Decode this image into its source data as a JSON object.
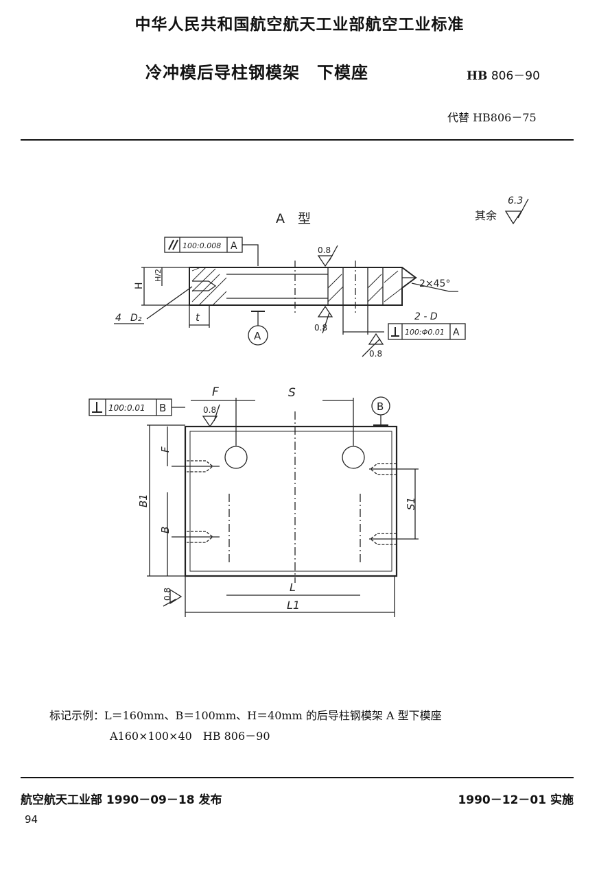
{
  "header": {
    "standard_title": "中华人民共和国航空航天工业部航空工业标准",
    "doc_title": "冷冲模后导柱钢模架　下模座",
    "doc_code_prefix": "HB",
    "doc_code_number": "806－90",
    "replaces": "代替 HB806－75"
  },
  "drawing": {
    "type_label": "A　型",
    "roughness_other": "其余",
    "roughness_value": "6.3",
    "chamfer": "2×45°",
    "holes_label_top": "2 - D",
    "thread_label": "4",
    "thread_d": "D₂",
    "parallel_tol": "100:0.008",
    "datum_a": "A",
    "datum_b": "B",
    "perp_tol_a": "100:Φ0.01",
    "perp_tol_b": "100:0.01",
    "roughness_fine": "0.8",
    "dim_H": "H",
    "dim_H2": "H/2",
    "dim_t": "t",
    "dim_F": "F",
    "dim_S": "S",
    "dim_S1": "S1",
    "dim_B": "B",
    "dim_B1": "B1",
    "dim_L": "L",
    "dim_L1": "L1",
    "section_A": "A",
    "section_B": "B"
  },
  "marking": {
    "line1": "标记示例：L＝160mm、B＝100mm、H＝40mm 的后导柱钢模架 A 型下模座",
    "line2": "A160×100×40　HB 806－90"
  },
  "footer": {
    "issuer": "航空航天工业部 1990－09－18 发布",
    "effective": "1990－12－01 实施",
    "page": "94"
  }
}
